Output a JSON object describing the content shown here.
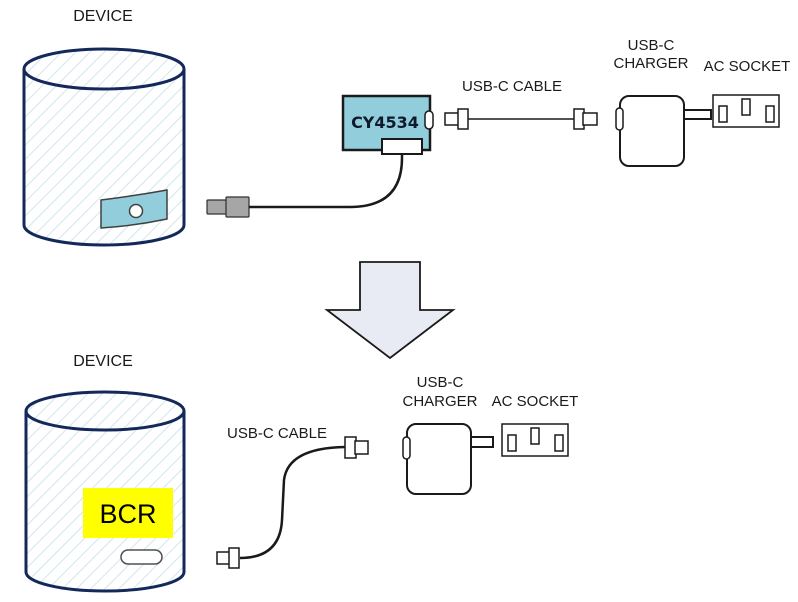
{
  "diagram": {
    "title": "Device charging setup: before and after",
    "top": {
      "device_label": "DEVICE",
      "chip_label": "CY4534",
      "cable_label": "USB-C CABLE",
      "charger_label_line1": "USB-C",
      "charger_label_line2": "CHARGER",
      "socket_label": "AC SOCKET"
    },
    "transition": {
      "arrow": "down-arrow"
    },
    "bottom": {
      "device_label": "DEVICE",
      "module_label": "BCR",
      "cable_label": "USB-C CABLE",
      "charger_label_line1": "USB-C",
      "charger_label_line2": "CHARGER",
      "socket_label": "AC SOCKET"
    },
    "colors": {
      "device_outline": "#14285a",
      "device_hatch": "#cfe6f0",
      "port_panel": "#92cddc",
      "chip_fill": "#92cddc",
      "plug_gray": "#a6a6a6",
      "bcr_highlight": "#ffff00",
      "arrow_fill": "#e8ebf3"
    }
  }
}
